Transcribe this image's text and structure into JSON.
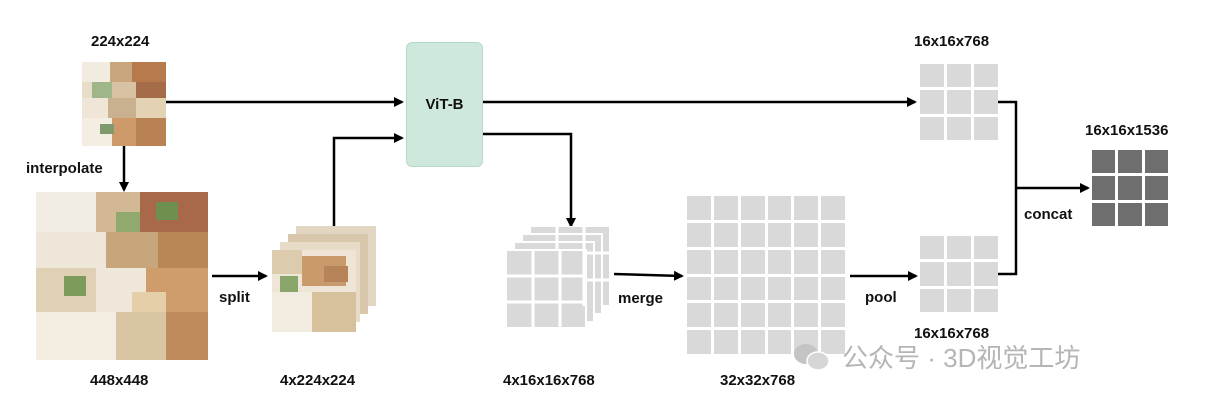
{
  "labels": {
    "in224": "224x224",
    "interpolate": "interpolate",
    "in448": "448x448",
    "split": "split",
    "split_out": "4x224x224",
    "vit": "ViT-B",
    "feat_top": "16x16x768",
    "feat_bottom": "16x16x768",
    "merge": "merge",
    "merge_in": "4x16x16x768",
    "merged": "32x32x768",
    "pool": "pool",
    "concat": "concat",
    "concat_out": "16x16x1536"
  },
  "watermark": "公众号 · 3D视觉工坊",
  "colors": {
    "vit_fill": "#cfe8dc",
    "feature_cell": "#d9d9d9",
    "concat_cell": "#6e6e6e",
    "arrow": "#000000"
  }
}
